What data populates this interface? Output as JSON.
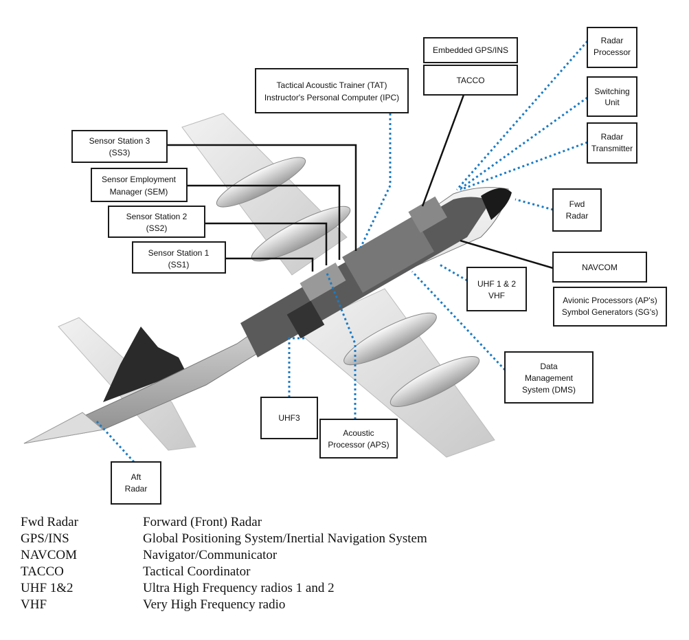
{
  "labels": {
    "radar_processor": [
      "Radar",
      "Processor"
    ],
    "embedded_gps": [
      "Embedded GPS/INS"
    ],
    "tacco": [
      "TACCO"
    ],
    "switching_unit": [
      "Switching",
      "Unit"
    ],
    "tat_ipc": [
      "Tactical Acoustic Trainer (TAT)",
      "Instructor's Personal Computer (IPC)"
    ],
    "radar_transmitter": [
      "Radar",
      "Transmitter"
    ],
    "ss3": [
      "Sensor Station 3",
      "(SS3)"
    ],
    "sem": [
      "Sensor Employment",
      "Manager (SEM)"
    ],
    "fwd_radar": [
      "Fwd",
      "Radar"
    ],
    "ss2": [
      "Sensor Station 2",
      "(SS2)"
    ],
    "ss1": [
      "Sensor Station 1",
      "(SS1)"
    ],
    "navcom": [
      "NAVCOM"
    ],
    "uhf12": [
      "UHF 1 & 2",
      "VHF"
    ],
    "avionic": [
      "Avionic Processors (AP's)",
      "Symbol Generators (SG's)"
    ],
    "dms": [
      "Data",
      "Management",
      "System (DMS)"
    ],
    "uhf3": [
      "UHF3"
    ],
    "aps": [
      "Acoustic",
      "Processor (APS)"
    ],
    "aft_radar": [
      "Aft",
      "Radar"
    ]
  },
  "glossary": [
    {
      "abbr": "Fwd Radar",
      "def": "Forward (Front) Radar"
    },
    {
      "abbr": "GPS/INS",
      "def": "Global Positioning System/Inertial Navigation System"
    },
    {
      "abbr": "NAVCOM",
      "def": "Navigator/Communicator"
    },
    {
      "abbr": "TACCO",
      "def": "Tactical Coordinator"
    },
    {
      "abbr": "UHF 1&2",
      "def": "Ultra High Frequency radios 1 and 2"
    },
    {
      "abbr": "VHF",
      "def": "Very High Frequency radio"
    }
  ]
}
